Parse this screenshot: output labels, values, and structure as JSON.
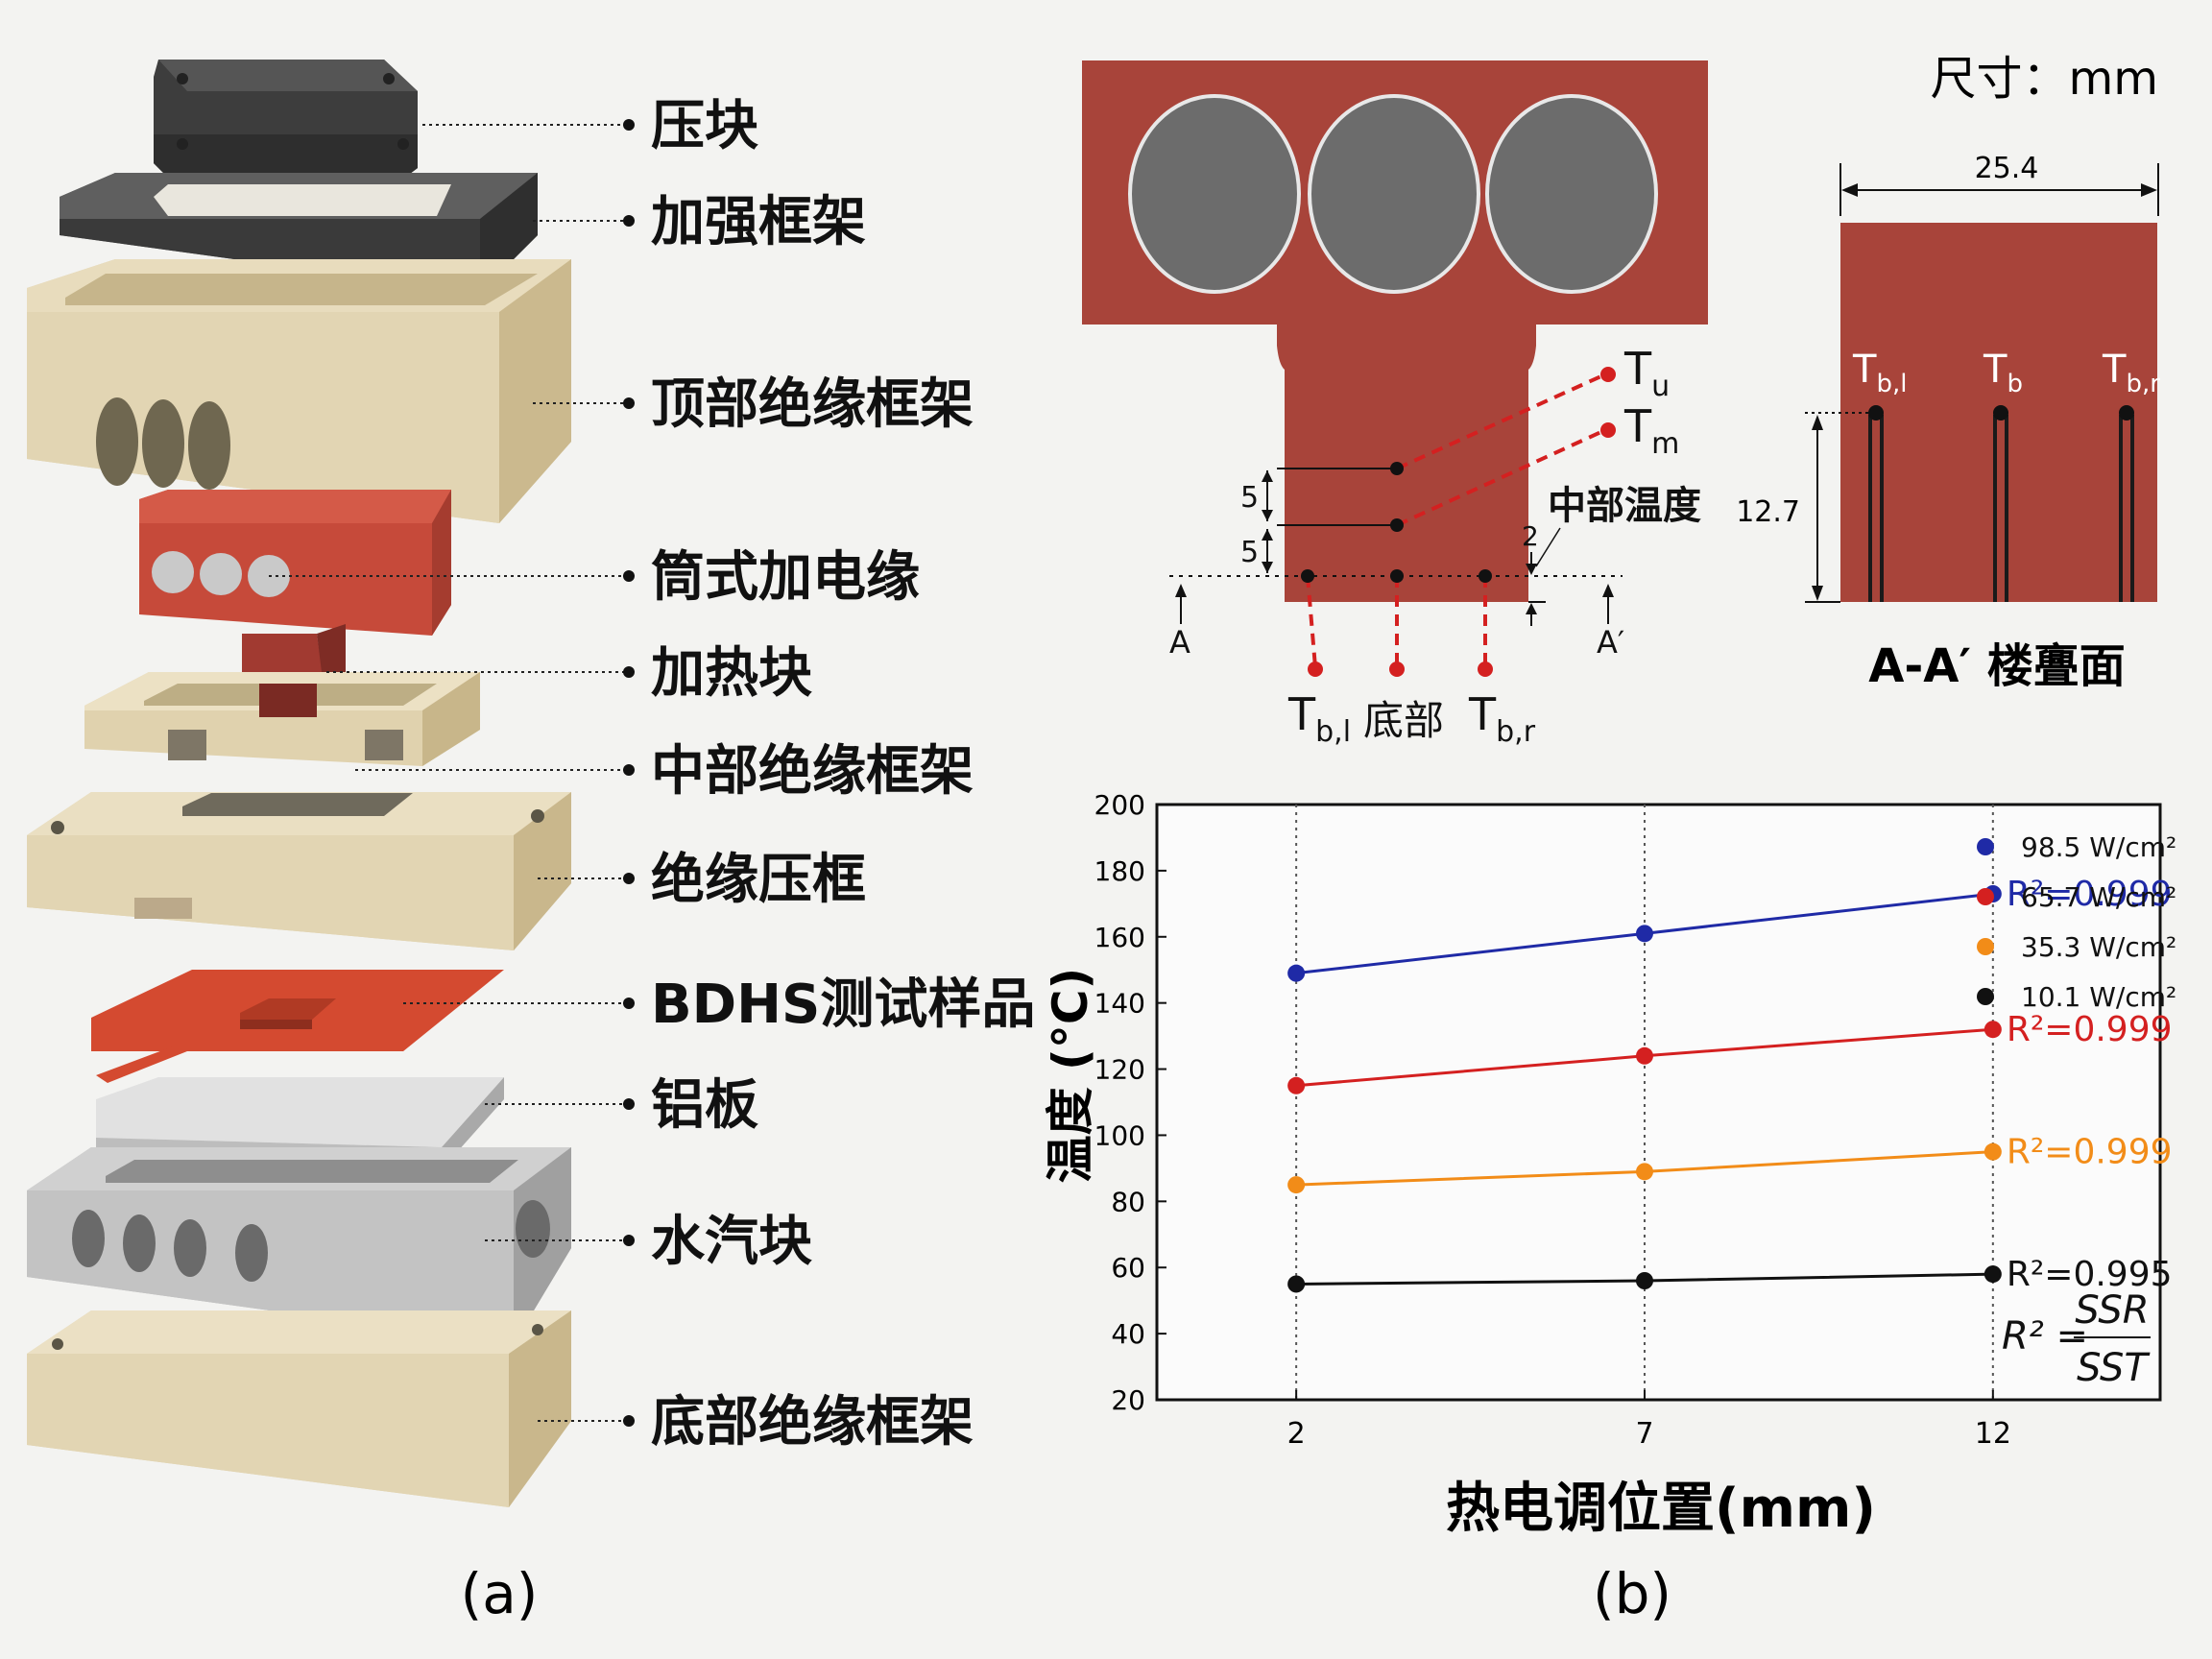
{
  "panel_a": {
    "caption": "(a)",
    "labels": [
      "压块",
      "加强框架",
      "顶部绝缘框架",
      "筒式加电缘",
      "加热块",
      "中部绝缘框架",
      "绝缘压框",
      "BDHS测试样品",
      "铝板",
      "水汽块",
      "底部绝缘框架"
    ]
  },
  "panel_b": {
    "caption": "(b)",
    "units": "尺寸：mm",
    "cross_section_dim": "25.4",
    "depth_dim": "12.7",
    "section_title": "A-A′ 楼亹面",
    "mid_temp_label": "中部温度",
    "bottom_label": "底部",
    "dim_5a": "5",
    "dim_5b": "5",
    "dim_2": "2",
    "section_a": "A",
    "section_a_prime": "A′",
    "tu": {
      "main": "T",
      "sub": "u"
    },
    "tm": {
      "main": "T",
      "sub": "m"
    },
    "tbl": {
      "main": "T",
      "sub": "b,l"
    },
    "tbr": {
      "main": "T",
      "sub": "b,r"
    },
    "tb_l": {
      "main": "T",
      "sub": "b,l"
    },
    "tb_c": {
      "main": "T",
      "sub": "b"
    },
    "tb_r": {
      "main": "T",
      "sub": "b,r"
    }
  },
  "chart_data": {
    "type": "line",
    "xlabel": "热电调位置(mm)",
    "ylabel": "温度 (°C)",
    "x": [
      2,
      7,
      12
    ],
    "xticks": [
      "2",
      "7",
      "12"
    ],
    "ylim": [
      20,
      200
    ],
    "yticks": [
      20,
      40,
      60,
      80,
      100,
      120,
      140,
      160,
      180,
      200
    ],
    "grid": "vertical dotted",
    "legend_position": "top-right",
    "series": [
      {
        "name": "98.5 W/cm²",
        "values": [
          149,
          161,
          173
        ],
        "color": "#1f2aa6",
        "r2": "R²=0.999"
      },
      {
        "name": "65.7 W/cm²",
        "values": [
          115,
          124,
          132
        ],
        "color": "#d42020",
        "r2": "R²=0.999"
      },
      {
        "name": "35.3 W/cm²",
        "values": [
          85,
          89,
          95
        ],
        "color": "#f28c18",
        "r2": "R²=0.999"
      },
      {
        "name": "10.1 W/cm²",
        "values": [
          55,
          56,
          58
        ],
        "color": "#111111",
        "r2": "R²=0.995"
      }
    ],
    "formula": {
      "lhs": "R²",
      "num": "SSR",
      "den": "SST"
    }
  },
  "colors": {
    "copper": "#a8443a",
    "insulator": "#e2d5b3",
    "dark": "#3e3e3e",
    "aluminum": "#c6c6c6"
  }
}
